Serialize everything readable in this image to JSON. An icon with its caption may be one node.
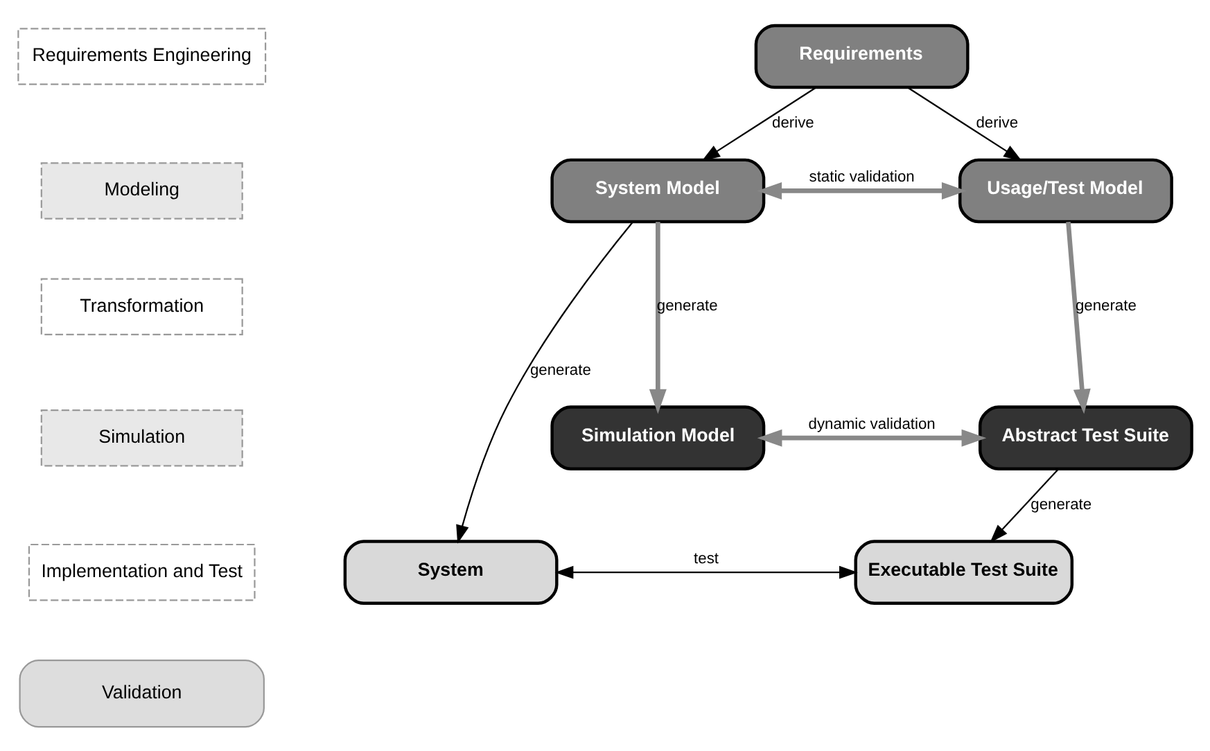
{
  "diagram": {
    "nodes": [
      {
        "text": [
          "Requirements Engineering"
        ]
      },
      {
        "text": [
          "Modeling"
        ]
      },
      {
        "text": [
          "Transformation"
        ]
      },
      {
        "text": [
          "Simulation"
        ]
      },
      {
        "text": [
          "Implementation and Test"
        ]
      },
      {
        "text": [
          "Validation"
        ]
      },
      {
        "text": [
          "Requirements"
        ]
      },
      {
        "text": [
          "System Model"
        ]
      },
      {
        "text": [
          "Usage/Test Model"
        ]
      },
      {
        "text": [
          "Simulation Model"
        ]
      },
      {
        "text": [
          "Abstract Test Suite"
        ]
      },
      {
        "text": [
          "System"
        ]
      },
      {
        "text": [
          "Executable Test Suite"
        ]
      }
    ],
    "edges": [
      {
        "from": 6,
        "to": 7,
        "arrow": "to",
        "label": "derive"
      },
      {
        "from": 6,
        "to": 8,
        "arrow": "to",
        "label": "derive"
      },
      {
        "from": 7,
        "to": 8,
        "arrow": "both",
        "label": "static validation",
        "style": "thick",
        "color": "#888888"
      },
      {
        "from": 7,
        "to": 9,
        "arrow": "to",
        "label": "generate",
        "style": "thick",
        "color": "#888888"
      },
      {
        "from": 8,
        "to": 10,
        "arrow": "to",
        "label": "generate",
        "style": "thick",
        "color": "#888888"
      },
      {
        "from": 7,
        "to": 11,
        "arrow": "to",
        "label": "generate"
      },
      {
        "from": 9,
        "to": 10,
        "arrow": "both",
        "label": "dynamic validation",
        "style": "thick",
        "color": "#888888"
      },
      {
        "from": 10,
        "to": 12,
        "arrow": "to",
        "label": "generate"
      },
      {
        "from": 11,
        "to": 12,
        "arrow": "both",
        "label": "test"
      }
    ]
  }
}
